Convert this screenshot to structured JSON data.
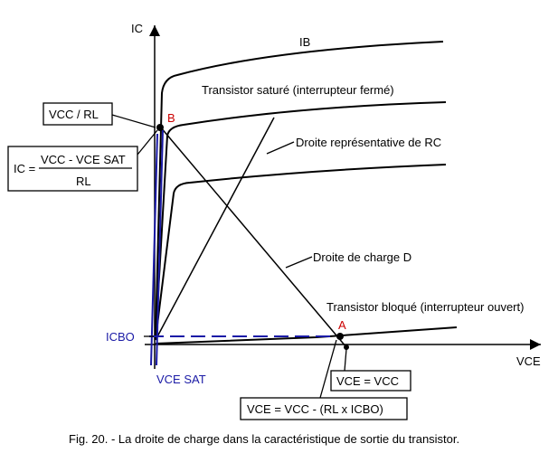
{
  "axes": {
    "y_label": "IC",
    "x_label": "VCE"
  },
  "curves": {
    "ib_label": "IB",
    "saturated_label": "Transistor saturé  (interrupteur fermé)",
    "blocked_label": "Transistor bloqué (interrupteur ouvert)"
  },
  "lines": {
    "rc_label": "Droite représentative de RC",
    "load_line_label": "Droite de charge  D"
  },
  "points": {
    "b": "B",
    "a": "A"
  },
  "boxes": {
    "vcc_rl": "VCC / RL",
    "ic_prefix": "IC =",
    "ic_numerator": "VCC - VCE SAT",
    "ic_denominator": "RL",
    "vce_eq_vcc": "VCE = VCC",
    "vce_formula": "VCE = VCC - (RL x ICBO)"
  },
  "markers": {
    "icbo": "ICBO",
    "vce_sat": "VCE SAT"
  },
  "caption": "Fig. 20. - La droite de charge dans la caractéristique de sortie du transistor.",
  "colors": {
    "black": "#000000",
    "point_red": "#cc0000",
    "line_blue": "#1a1aa6"
  }
}
